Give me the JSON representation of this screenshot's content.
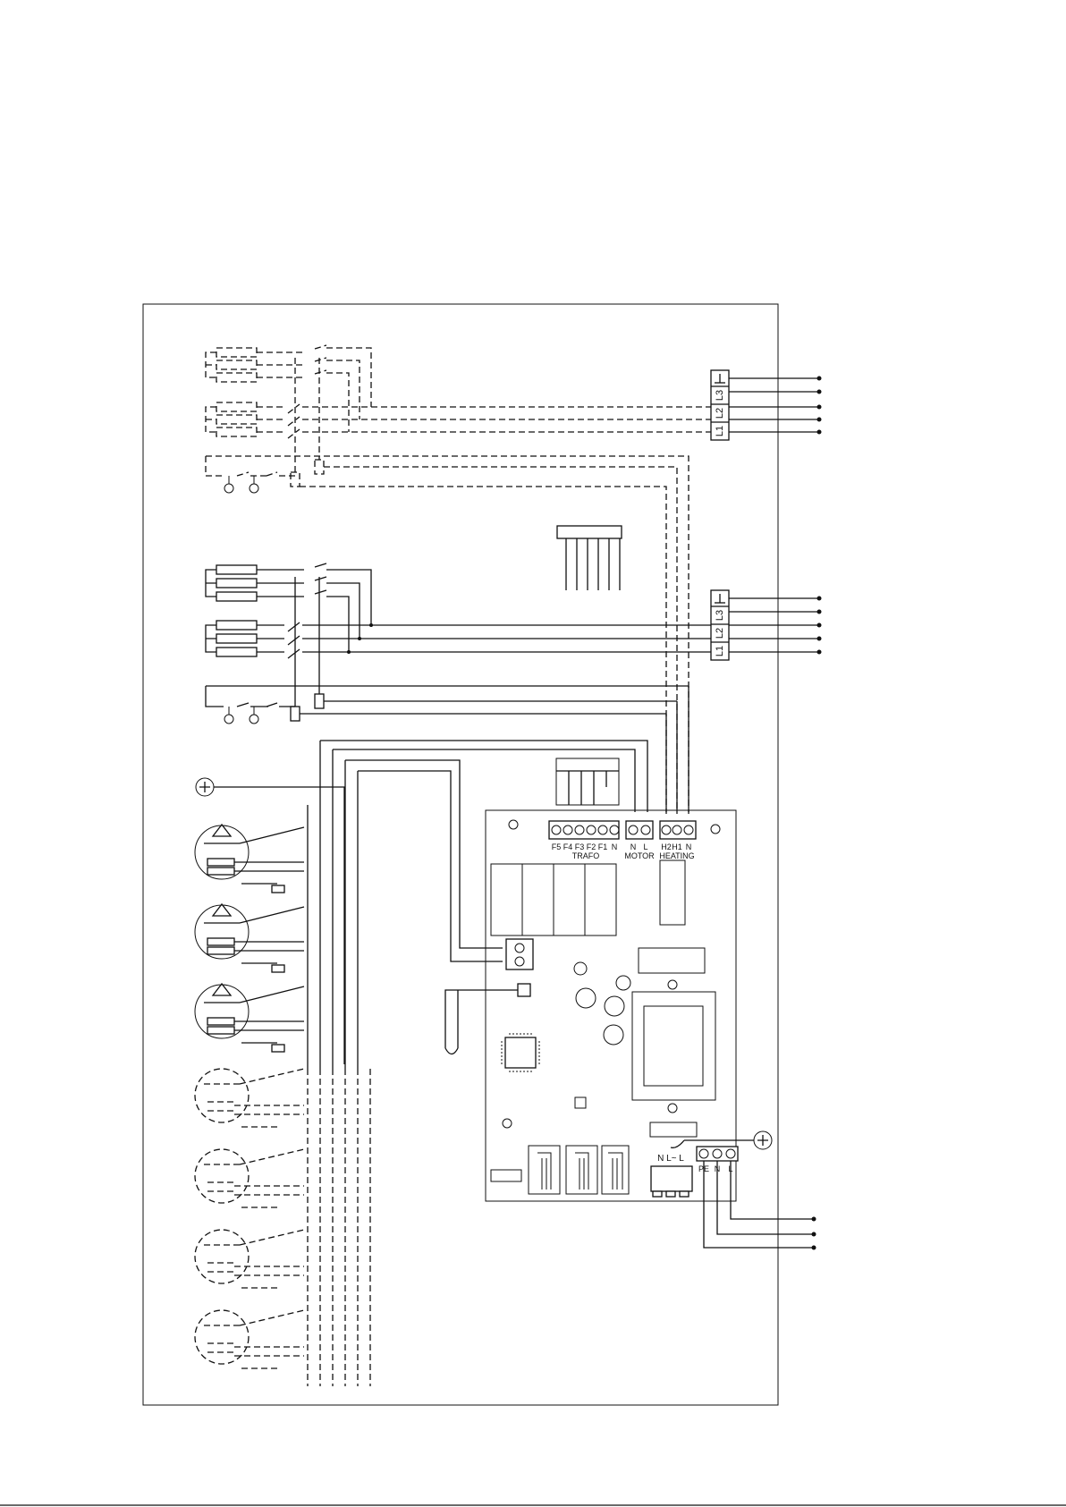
{
  "terminal_blocks": {
    "top": {
      "labels": [
        "L3",
        "L2",
        "L1"
      ]
    },
    "middle": {
      "labels": [
        "L3",
        "L2",
        "L1"
      ]
    }
  },
  "pcb": {
    "trafo_terminals": [
      "F5",
      "F4",
      "F3",
      "F2",
      "F1",
      "N"
    ],
    "motor_terminals": [
      "N",
      "L"
    ],
    "heating_terminals": [
      "H2",
      "H1",
      "N"
    ],
    "trafo_label": "TRAFO",
    "motor_label": "MOTOR",
    "heating_label": "HEATING",
    "power_terminals": [
      "PE",
      "N",
      "L"
    ],
    "connector_label": "N L~ L"
  },
  "symbols": {
    "earth": "earth-icon",
    "terminal_screw": "screw-terminal-icon"
  }
}
